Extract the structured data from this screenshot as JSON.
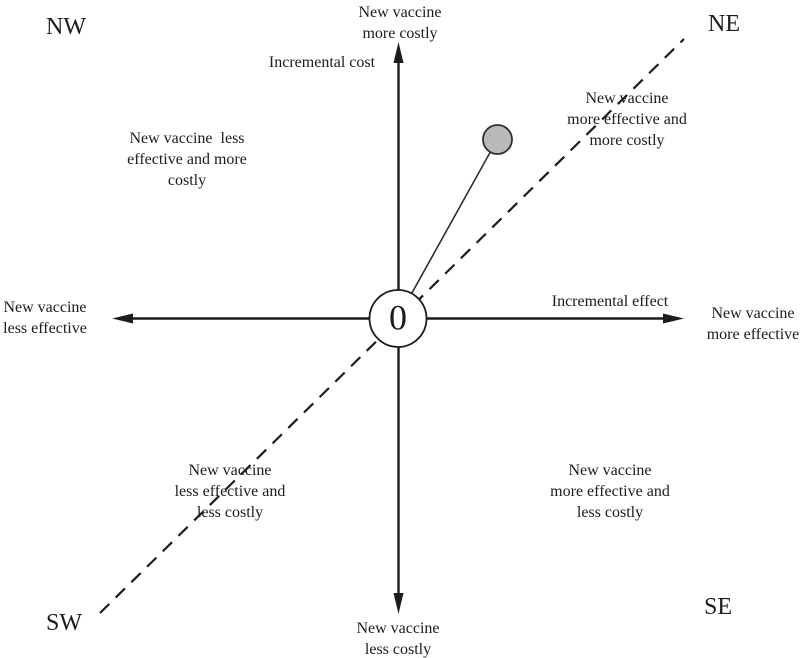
{
  "diagram": {
    "title_semantics": "cost-effectiveness plane",
    "origin_label": "0",
    "corners": {
      "nw": "NW",
      "ne": "NE",
      "sw": "SW",
      "se": "SE"
    },
    "axes": {
      "vertical_axis_label": "Incremental cost",
      "horizontal_axis_label": "Incremental effect",
      "top_end_label": "New vaccine\nmore costly",
      "bottom_end_label": "New vaccine\nless costly",
      "left_end_label": "New vaccine\nless effective",
      "right_end_label": "New vaccine\nmore effective"
    },
    "quadrant_descriptions": {
      "nw": "New vaccine  less\neffective and more\ncostly",
      "ne": "New vaccine\nmore effective and\nmore costly",
      "sw": "New vaccine\nless effective and\nless costly",
      "se": "New vaccine\nmore effective and\nless costly"
    },
    "colors": {
      "line": "#1c1c1c",
      "point_fill": "#b9b9b9",
      "point_stroke": "#2e2e2e",
      "background": "#ffffff"
    }
  }
}
